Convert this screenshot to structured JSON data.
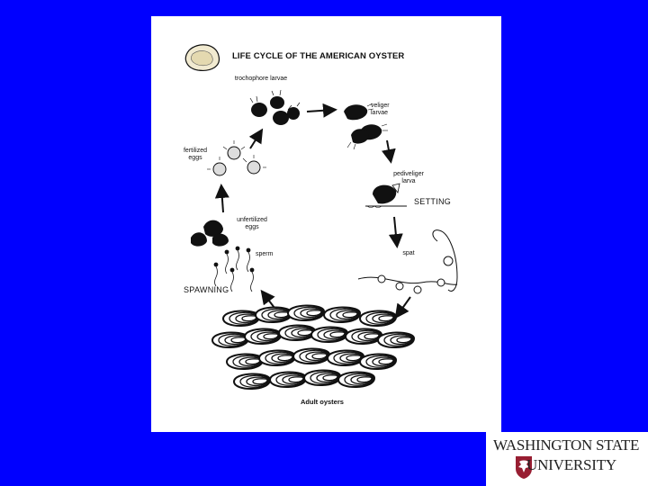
{
  "diagram": {
    "title": "LIFE CYCLE OF THE AMERICAN OYSTER",
    "labels": {
      "trochophore": "trochophore larvae",
      "veliger": "veliger larvae",
      "pediveliger": "pediveliger larva",
      "setting": "SETTING",
      "spat": "spat",
      "fertilized": "fertilized eggs",
      "unfertilized": "unfertilized eggs",
      "sperm": "sperm",
      "spawning": "SPAWNING",
      "adults": "Adult oysters"
    }
  },
  "logo": {
    "line1": "WASHINGTON STATE",
    "line2": "UNIVERSITY",
    "brand_color": "#981e32"
  },
  "colors": {
    "background": "#0000ff",
    "panel": "#ffffff",
    "ink": "#111111"
  }
}
